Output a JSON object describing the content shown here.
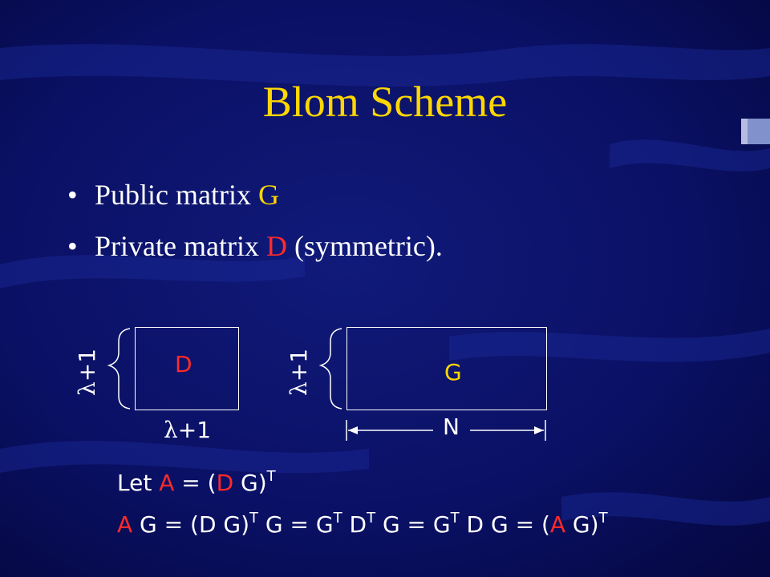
{
  "slide": {
    "title": "Blom Scheme",
    "bullets": [
      {
        "text": "Public matrix ",
        "highlight": "G",
        "highlight_color": "#ffd700",
        "suffix": ""
      },
      {
        "text": "Private matrix ",
        "highlight": "D",
        "highlight_color": "#ff2a2a",
        "suffix": " (symmetric)."
      }
    ],
    "bullet_glyph": "•"
  },
  "diagram": {
    "d_label": "D",
    "g_label": "G",
    "lambda_glyph": "λ",
    "plus_one": "+1",
    "n_label": "N"
  },
  "equations": {
    "line1": {
      "prefix": "Let ",
      "a": "A",
      "mid": " = (",
      "d": "D",
      "rest": " G)",
      "sup": "T"
    },
    "line2": {
      "a1": "A",
      "p1": " G = (D G)",
      "s1": "T",
      "p2": " G = G",
      "s2": "T",
      "p3": " D",
      "s3": "T",
      "p4": " G = G",
      "s4": "T",
      "p5": " D G = (",
      "a2": "A",
      "p6": " G)",
      "s5": "T"
    }
  },
  "colors": {
    "background": "#0a0e5a",
    "title": "#ffd700",
    "red": "#ff2a2a",
    "yellow": "#ffd700",
    "text": "#ffffff"
  }
}
